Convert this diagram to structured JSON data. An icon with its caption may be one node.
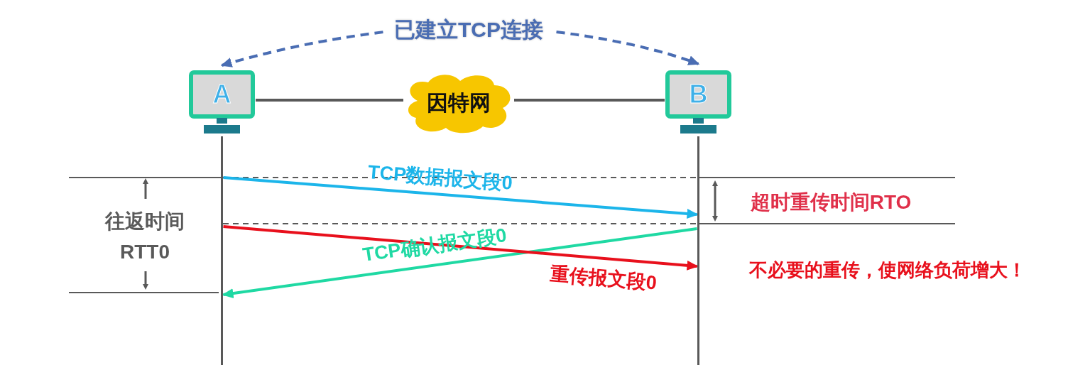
{
  "diagram": {
    "nodes": [
      {
        "text": [
          "A"
        ]
      },
      {
        "text": [
          "因特网"
        ]
      },
      {
        "text": [
          "B"
        ]
      },
      {
        "text": [],
        "shape": "bar"
      },
      {
        "text": [],
        "shape": "bar"
      }
    ],
    "edges": [
      {
        "from": 0,
        "to": 1,
        "arrow": "none"
      },
      {
        "from": 1,
        "to": 2,
        "arrow": "none"
      },
      {
        "from": 0,
        "to": 2,
        "arrow": "both",
        "label": "已建立TCP连接",
        "style": "dashed",
        "color": "#4a6db3"
      },
      {
        "from": 3,
        "to": 4,
        "arrow": "to",
        "label": "TCP数据报文段0",
        "color": "#1cb5ea"
      },
      {
        "from": 4,
        "to": 3,
        "arrow": "to",
        "label": "TCP确认报文段0",
        "color": "#1fd9a3"
      },
      {
        "from": 3,
        "to": 4,
        "arrow": "to",
        "label": "重传报文段0",
        "color": "#e8101c"
      }
    ],
    "labels": [
      "往返时间",
      "RTT0",
      "超时重传时间RTO",
      "不必要的重传，使网络负荷增大！"
    ]
  }
}
